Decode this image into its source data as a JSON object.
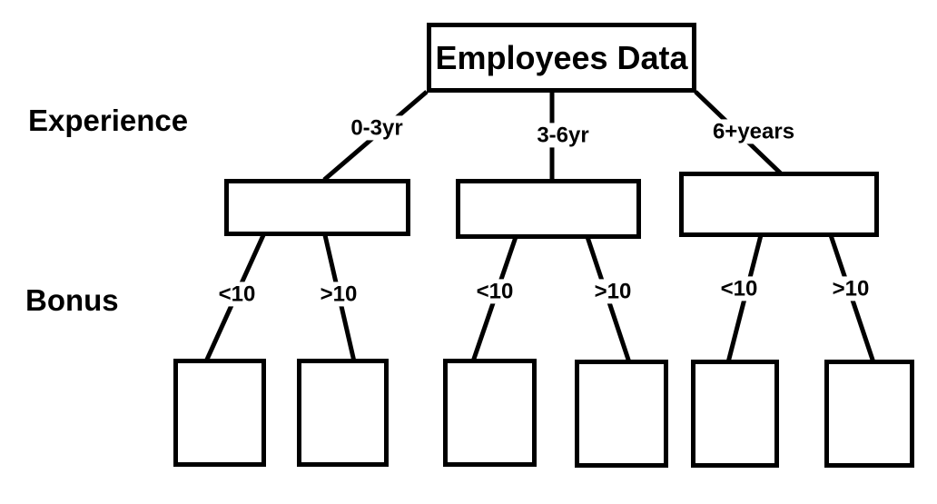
{
  "diagram": {
    "root": {
      "label": "Employees Data"
    },
    "row_labels": {
      "experience": "Experience",
      "bonus": "Bonus"
    },
    "experience_edges": [
      {
        "label": "0-3yr"
      },
      {
        "label": "3-6yr"
      },
      {
        "label": "6+years"
      }
    ],
    "bonus_edges": [
      {
        "label": "<10"
      },
      {
        "label": ">10"
      },
      {
        "label": "<10"
      },
      {
        "label": ">10"
      },
      {
        "label": "<10"
      },
      {
        "label": ">10"
      }
    ],
    "colors": {
      "line": "#000000",
      "text": "#000000",
      "box_fill": "#ffffff",
      "background": "#ffffff"
    }
  }
}
